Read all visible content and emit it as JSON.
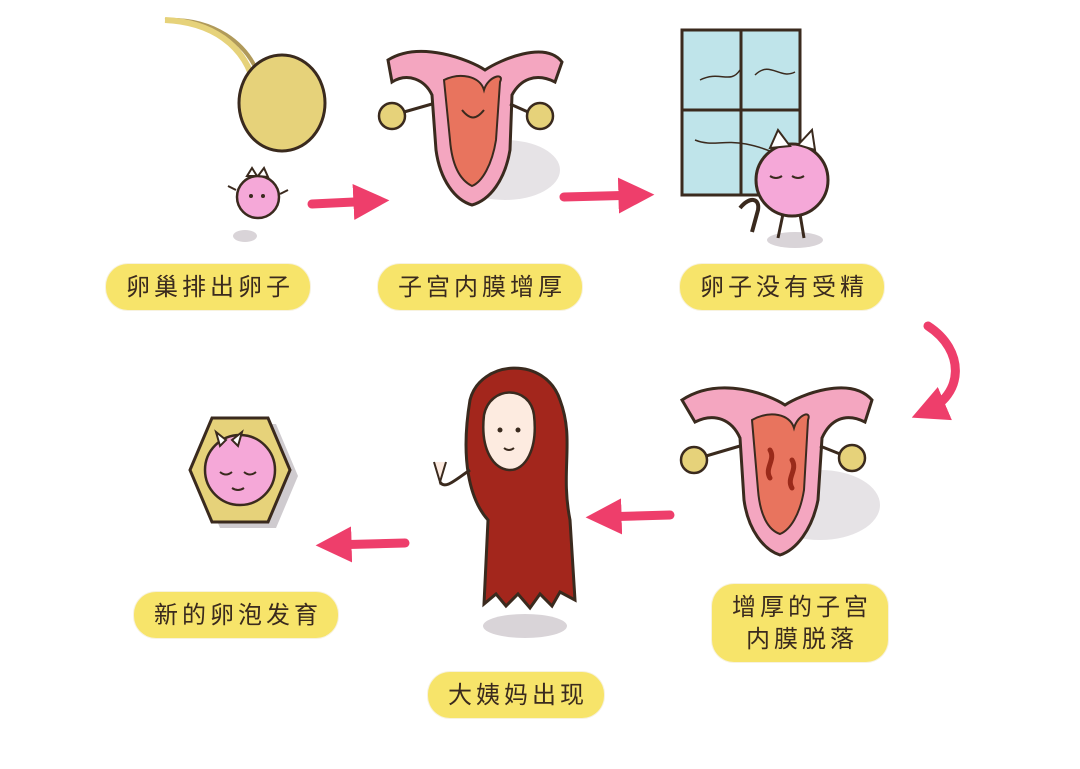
{
  "steps": [
    {
      "id": "ovulation",
      "label": "卵巢排出卵子"
    },
    {
      "id": "endometrium-thickens",
      "label": "子宫内膜增厚"
    },
    {
      "id": "egg-not-fertilized",
      "label": "卵子没有受精"
    },
    {
      "id": "endometrium-sheds",
      "label_line1": "增厚的子宫",
      "label_line2": "内膜脱落"
    },
    {
      "id": "period-arrives",
      "label": "大姨妈出现"
    },
    {
      "id": "new-follicle",
      "label": "新的卵泡发育"
    }
  ],
  "colors": {
    "label_bg": "#f7e46a",
    "arrow": "#ee3e6b",
    "uterus": "#f4a6c0",
    "lining": "#e8745e",
    "egg": "#f5a8d8",
    "ovary": "#e6d27a",
    "cloak": "#a3261c"
  },
  "icons": [
    "ovary-egg-icon",
    "uterus-icon",
    "window-egg-icon",
    "shedding-uterus-icon",
    "hooded-figure-icon",
    "follicle-icon",
    "arrow-icon"
  ]
}
